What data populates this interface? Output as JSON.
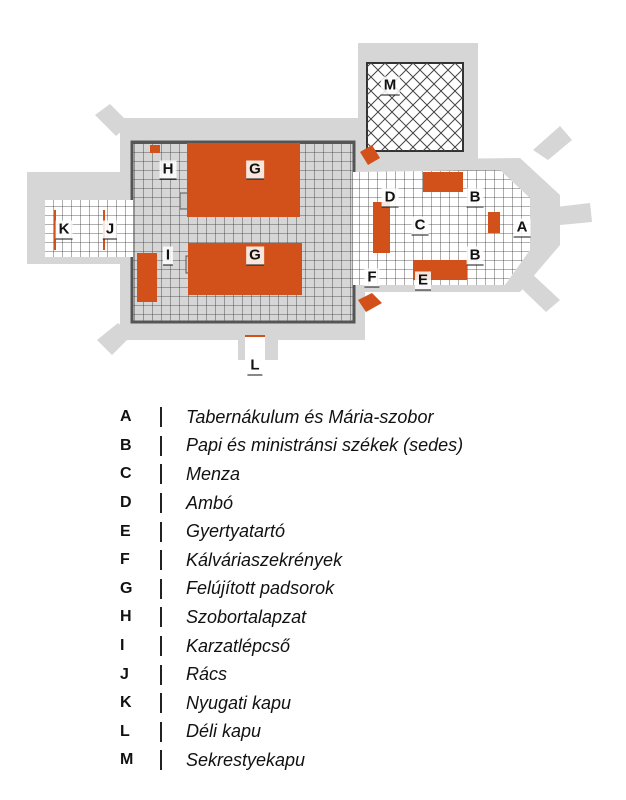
{
  "plan": {
    "labels": {
      "A": "A",
      "B": "B",
      "C": "C",
      "D": "D",
      "E": "E",
      "F": "F",
      "G": "G",
      "H": "H",
      "I": "I",
      "J": "J",
      "K": "K",
      "L": "L",
      "M": "M"
    },
    "colors": {
      "wall": "#d6d6d6",
      "highlight": "#d2511a",
      "grid": "#333333"
    }
  },
  "legend": [
    {
      "key": "A",
      "text": "Tabernákulum és Mária-szobor"
    },
    {
      "key": "B",
      "text": "Papi és ministránsi székek (sedes)"
    },
    {
      "key": "C",
      "text": "Menza"
    },
    {
      "key": "D",
      "text": "Ambó"
    },
    {
      "key": "E",
      "text": "Gyertyatartó"
    },
    {
      "key": "F",
      "text": "Kálváriaszekrények"
    },
    {
      "key": "G",
      "text": "Felújított padsorok"
    },
    {
      "key": "H",
      "text": "Szobortalapzat"
    },
    {
      "key": "I",
      "text": "Karzatlépcső"
    },
    {
      "key": "J",
      "text": "Rács"
    },
    {
      "key": "K",
      "text": "Nyugati kapu"
    },
    {
      "key": "L",
      "text": "Déli kapu"
    },
    {
      "key": "M",
      "text": "Sekrestyekapu"
    }
  ]
}
